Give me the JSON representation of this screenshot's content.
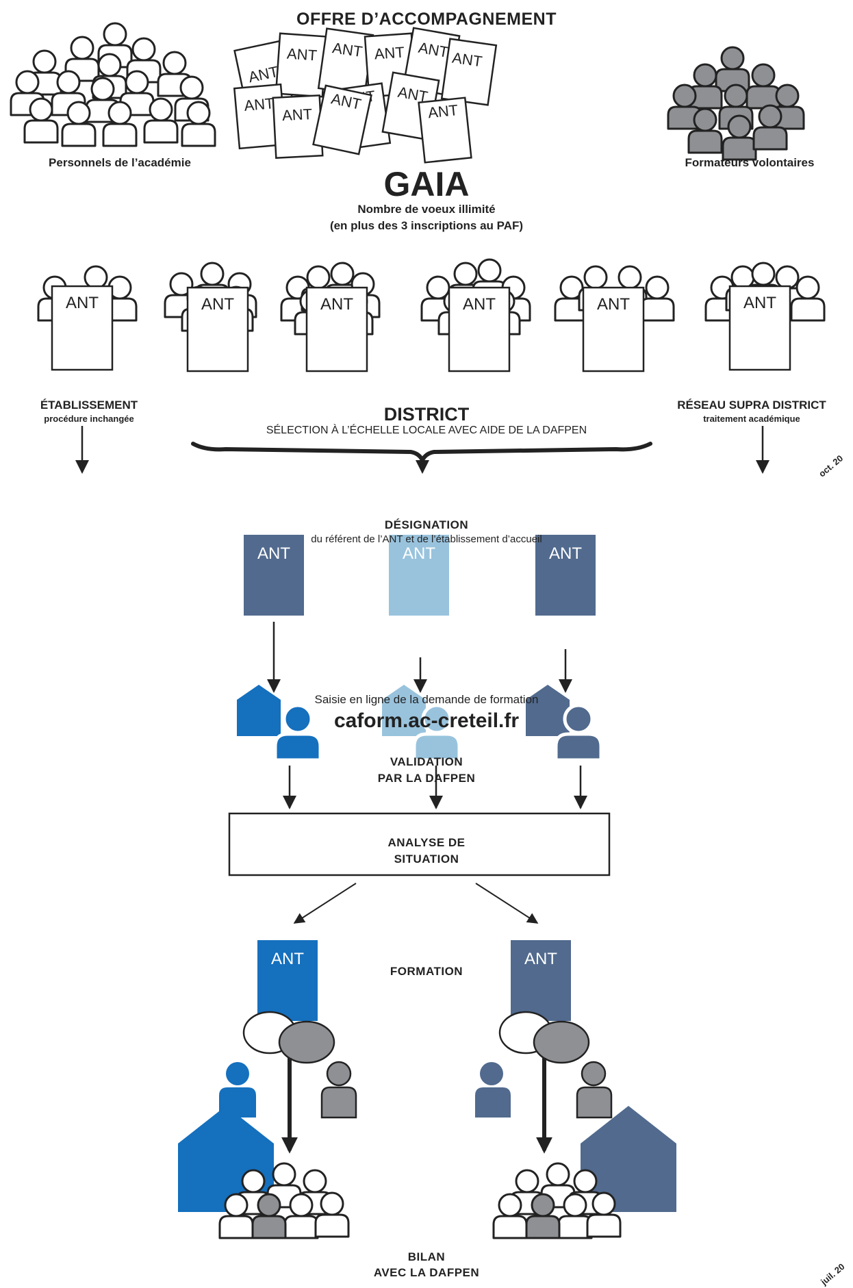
{
  "title": "OFFRE D’ACCOMPAGNEMENT",
  "left_group_label": "Personnels de l’académie",
  "right_group_label": "Formateurs volontaires",
  "gaia": {
    "title": "GAIA",
    "line1": "Nombre de voeux illimité",
    "line2": "(en plus des 3 inscriptions au PAF)"
  },
  "doc_label": "ANT",
  "etablissement": {
    "label": "ÉTABLISSEMENT",
    "sub": "procédure inchangée"
  },
  "district": {
    "label": "DISTRICT",
    "sub": "SÉLECTION À L’ÉCHELLE LOCALE AVEC AIDE DE LA DAFPEN"
  },
  "reseau": {
    "label": "RÉSEAU SUPRA DISTRICT",
    "sub": "traitement académique"
  },
  "designation": {
    "label": "DÉSIGNATION",
    "sub": "du référent de l’ANT et de l’établissement d’accueil"
  },
  "online_box": {
    "line1": "Saisie en ligne de la demande de formation",
    "line2": "caform.ac-creteil.fr"
  },
  "validation": {
    "line1": "VALIDATION",
    "line2": "PAR LA DAFPEN"
  },
  "analyse": {
    "line1": "ANALYSE DE",
    "line2": "SITUATION"
  },
  "formation": "FORMATION",
  "bilan": {
    "line1": "BILAN",
    "line2": "AVEC LA DAFPEN"
  },
  "timeline": {
    "start": "oct. 20",
    "end": "juil. 20"
  },
  "colors": {
    "blue": "#1570BE",
    "light_blue": "#99C3DD",
    "slate": "#516A8E",
    "gray": "#8E9094",
    "dark_gray": "#2c2c2c"
  }
}
